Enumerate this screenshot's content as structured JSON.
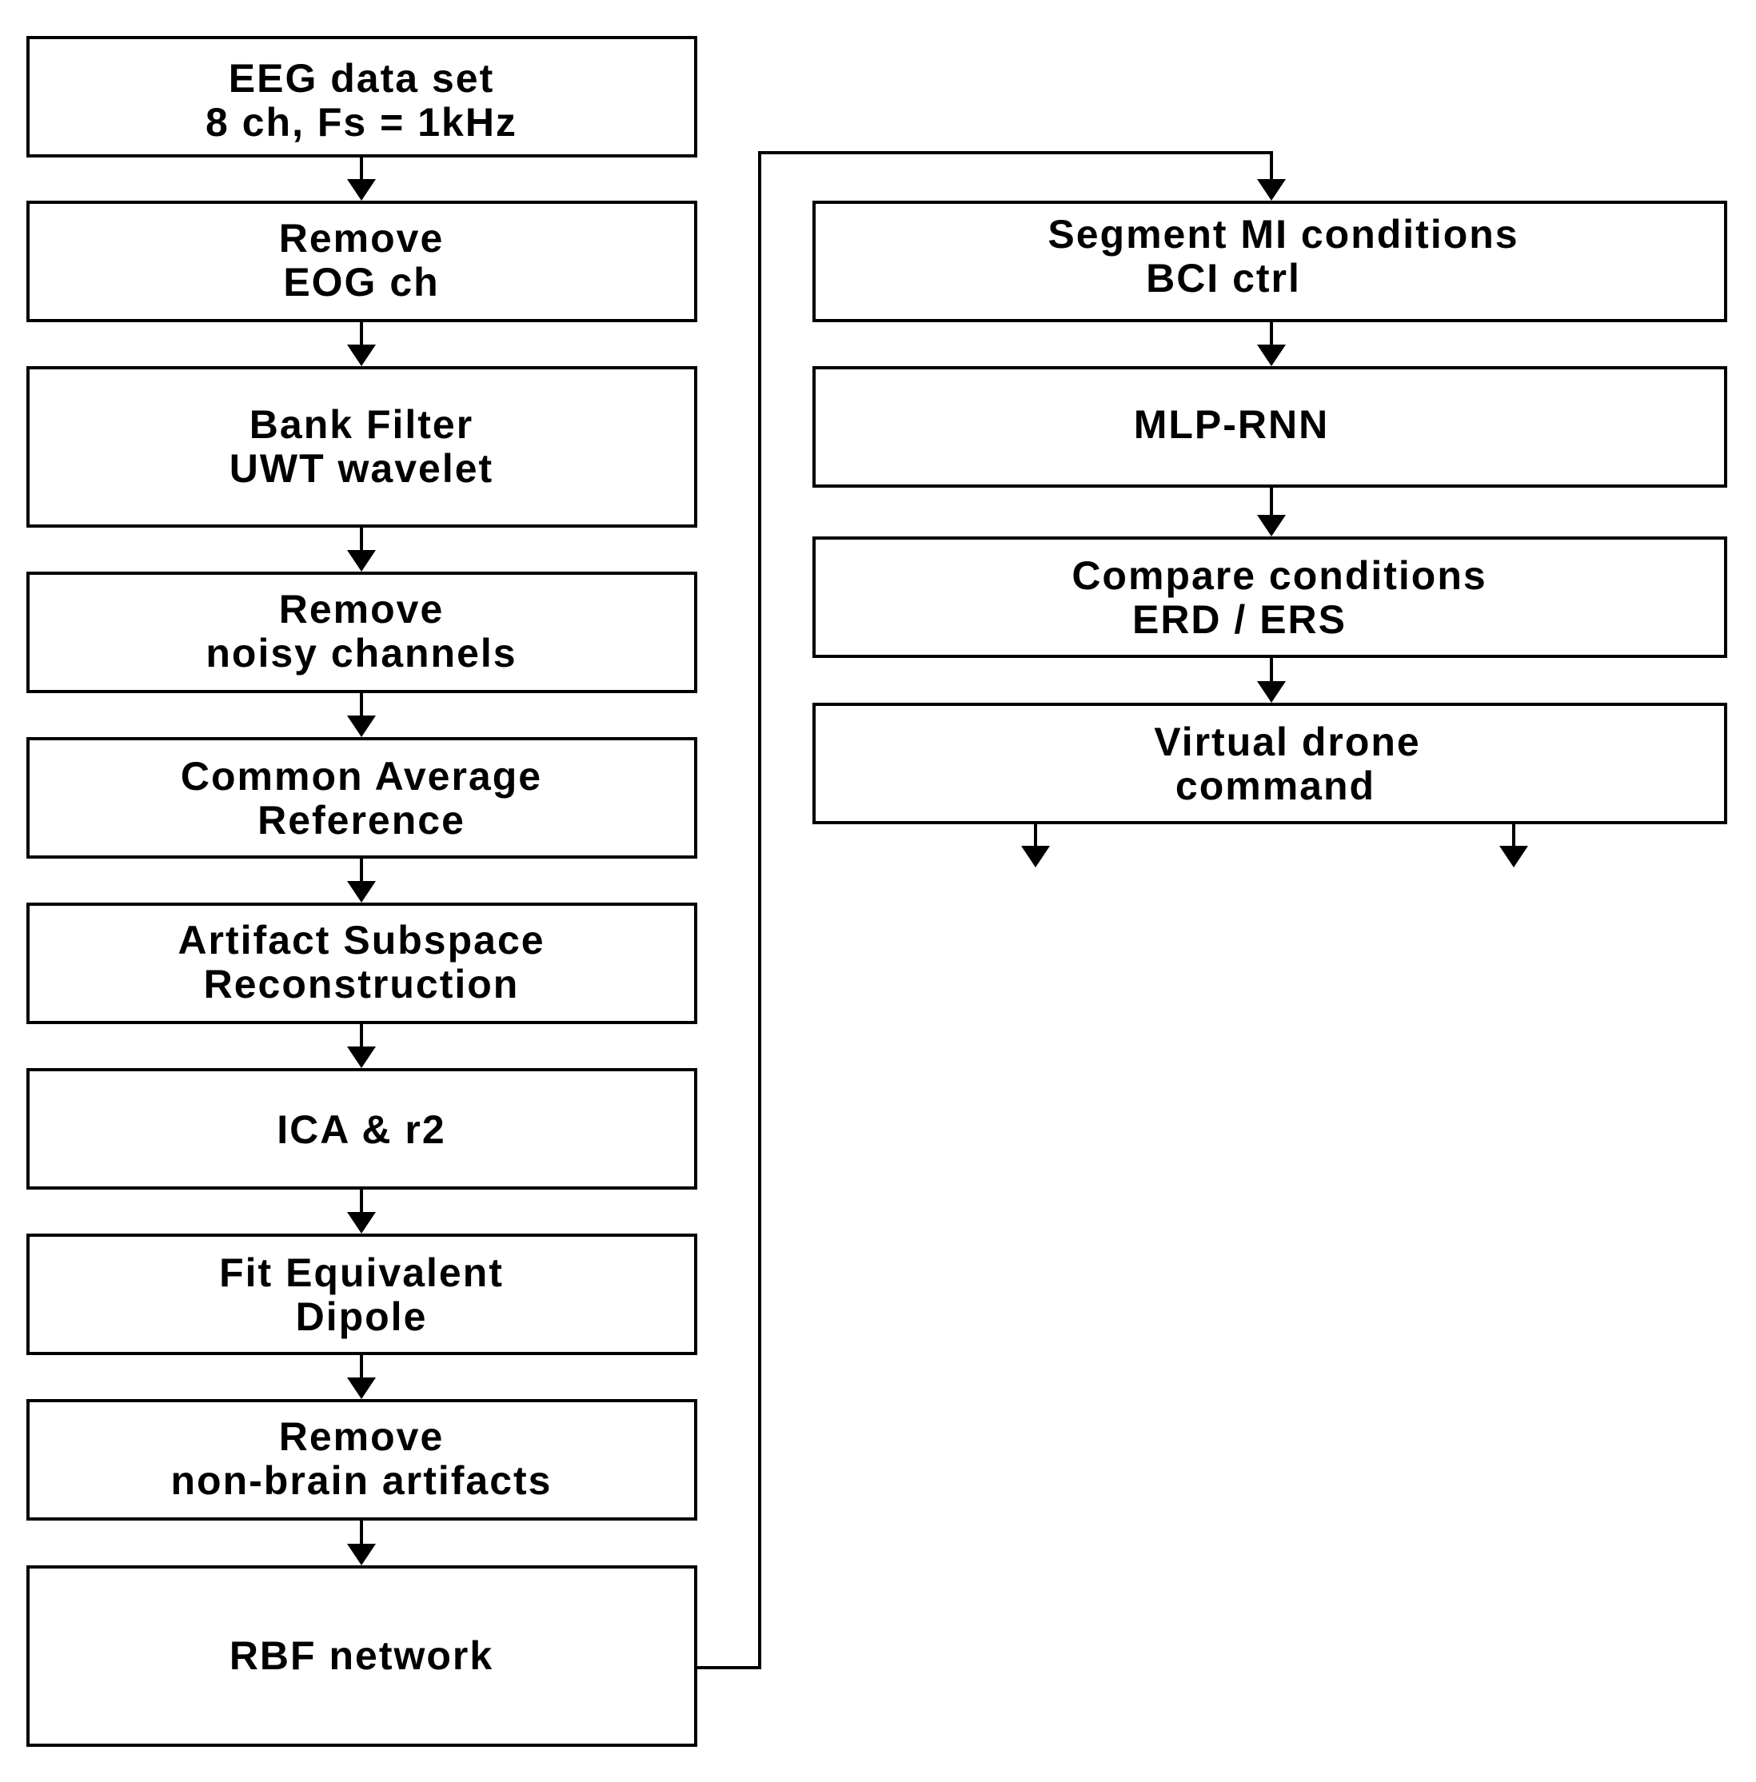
{
  "steps_left": [
    {
      "line1": "EEG data set",
      "line2": "8 ch, Fs = 1kHz"
    },
    {
      "line1": "Remove",
      "line2": "EOG ch"
    },
    {
      "line1": "Bank Filter",
      "line2": "UWT wavelet"
    },
    {
      "line1": "Remove",
      "line2": "noisy channels"
    },
    {
      "line1": "Common Average",
      "line2": "Reference"
    },
    {
      "line1": "Artifact Subspace",
      "line2": "Reconstruction"
    },
    {
      "line1": "ICA & r2",
      "line2": ""
    },
    {
      "line1": "Fit Equivalent",
      "line2": "Dipole"
    },
    {
      "line1": "Remove",
      "line2": "non-brain artifacts"
    },
    {
      "line1": "RBF network",
      "line2": ""
    }
  ],
  "steps_right": [
    {
      "line1": "Segment MI conditions",
      "line2": "BCI ctrl"
    },
    {
      "line1": "MLP-RNN",
      "line2": ""
    },
    {
      "line1": "Compare conditions",
      "line2": "ERD / ERS"
    },
    {
      "line1": "Virtual drone",
      "line2": "command"
    }
  ]
}
